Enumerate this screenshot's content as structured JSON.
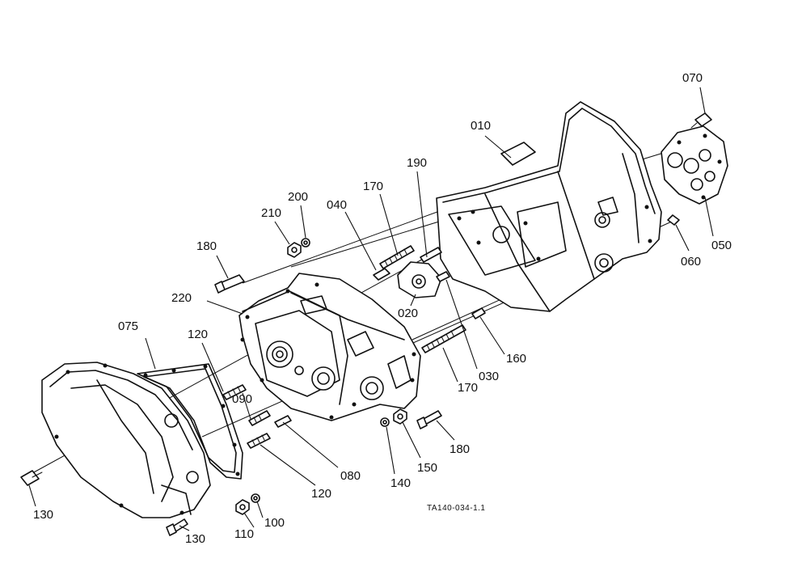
{
  "labels": {
    "p010": "010",
    "p020": "020",
    "p030": "030",
    "p040": "040",
    "p050": "050",
    "p060": "060",
    "p070": "070",
    "p075": "075",
    "p080": "080",
    "p090": "090",
    "p100": "100",
    "p110": "110",
    "p120a": "120",
    "p120b": "120",
    "p130a": "130",
    "p130b": "130",
    "p140": "140",
    "p150": "150",
    "p160": "160",
    "p170a": "170",
    "p170b": "170",
    "p180a": "180",
    "p180b": "180",
    "p190": "190",
    "p200": "200",
    "p210": "210",
    "p220": "220"
  },
  "figure_code": "TA140-034-1.1"
}
